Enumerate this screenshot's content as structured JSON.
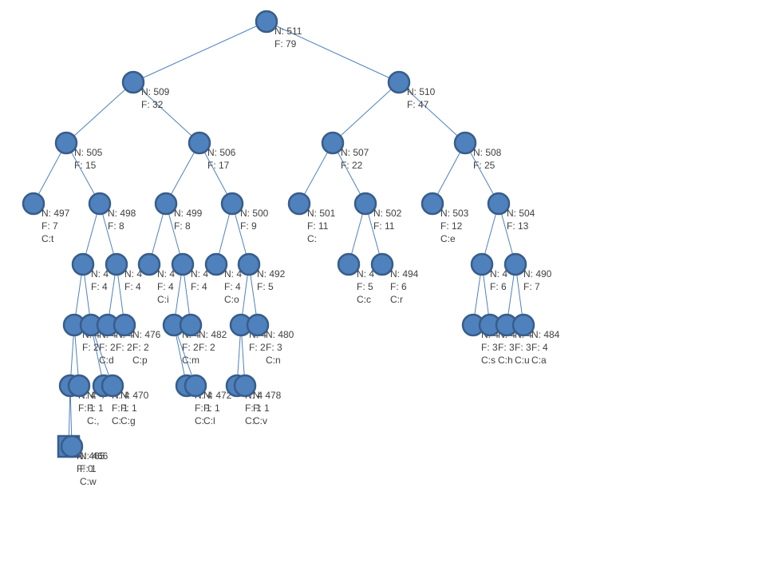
{
  "tree": {
    "nodes": [
      {
        "id": "511",
        "shape": "circle",
        "lines": [
          "N: 511",
          "F: 79"
        ]
      },
      {
        "id": "509",
        "shape": "circle",
        "lines": [
          "N: 509",
          "F: 32"
        ]
      },
      {
        "id": "510",
        "shape": "circle",
        "lines": [
          "N: 510",
          "F: 47"
        ]
      },
      {
        "id": "505",
        "shape": "circle",
        "lines": [
          "N: 505",
          "F: 15"
        ]
      },
      {
        "id": "506",
        "shape": "circle",
        "lines": [
          "N: 506",
          "F: 17"
        ]
      },
      {
        "id": "507",
        "shape": "circle",
        "lines": [
          "N: 507",
          "F: 22"
        ]
      },
      {
        "id": "508",
        "shape": "circle",
        "lines": [
          "N: 508",
          "F: 25"
        ]
      },
      {
        "id": "497",
        "shape": "circle",
        "lines": [
          "N: 497",
          "F: 7",
          "C:t"
        ]
      },
      {
        "id": "498",
        "shape": "circle",
        "lines": [
          "N: 498",
          "F: 8"
        ]
      },
      {
        "id": "499",
        "shape": "circle",
        "lines": [
          "N: 499",
          "F: 8"
        ]
      },
      {
        "id": "500",
        "shape": "circle",
        "lines": [
          "N: 500",
          "F: 9"
        ]
      },
      {
        "id": "501",
        "shape": "circle",
        "lines": [
          "N: 501",
          "F: 11",
          "C:"
        ]
      },
      {
        "id": "502",
        "shape": "circle",
        "lines": [
          "N: 502",
          "F: 11"
        ]
      },
      {
        "id": "503",
        "shape": "circle",
        "lines": [
          "N: 503",
          "F: 12",
          "C:e"
        ]
      },
      {
        "id": "504",
        "shape": "circle",
        "lines": [
          "N: 504",
          "F: 13"
        ]
      },
      {
        "id": "l4a",
        "shape": "circle",
        "lines": [
          "N: 4",
          "F: 4"
        ]
      },
      {
        "id": "l4b",
        "shape": "circle",
        "lines": [
          "N: 4",
          "F: 4"
        ]
      },
      {
        "id": "l4c",
        "shape": "circle",
        "lines": [
          "N: 4",
          "F: 4",
          "C:i"
        ]
      },
      {
        "id": "l4d",
        "shape": "circle",
        "lines": [
          "N: 4",
          "F: 4"
        ]
      },
      {
        "id": "l4e",
        "shape": "circle",
        "lines": [
          "N: 4",
          "F: 4",
          "C:o"
        ]
      },
      {
        "id": "492",
        "shape": "circle",
        "lines": [
          "N: 492",
          "F: 5"
        ]
      },
      {
        "id": "493",
        "shape": "circle",
        "lines": [
          "N: 4",
          "F: 5",
          "C:c"
        ]
      },
      {
        "id": "494",
        "shape": "circle",
        "lines": [
          "N: 494",
          "F: 6",
          "C:r"
        ]
      },
      {
        "id": "l4h",
        "shape": "circle",
        "lines": [
          "N: 4",
          "F: 6"
        ]
      },
      {
        "id": "490",
        "shape": "circle",
        "lines": [
          "N: 490",
          "F: 7"
        ]
      },
      {
        "id": "l5a",
        "shape": "circle",
        "lines": [
          "N: 4",
          "F: 2"
        ]
      },
      {
        "id": "l5b",
        "shape": "circle",
        "lines": [
          "N: 4",
          "F: 2",
          "C:d"
        ]
      },
      {
        "id": "l5c",
        "shape": "circle",
        "lines": [
          "N: 4",
          "F: 2"
        ]
      },
      {
        "id": "476",
        "shape": "circle",
        "lines": [
          "N: 476",
          "F: 2",
          "C:p"
        ]
      },
      {
        "id": "l5e",
        "shape": "circle",
        "lines": [
          "N: 4",
          "F: 2",
          "C:m"
        ]
      },
      {
        "id": "482",
        "shape": "circle",
        "lines": [
          "N: 482",
          "F: 2"
        ]
      },
      {
        "id": "l5g",
        "shape": "circle",
        "lines": [
          "N: 4",
          "F: 2"
        ]
      },
      {
        "id": "480",
        "shape": "circle",
        "lines": [
          "N: 480",
          "F: 3",
          "C:n"
        ]
      },
      {
        "id": "l5i",
        "shape": "circle",
        "lines": [
          "N: 4",
          "F: 3",
          "C:s"
        ]
      },
      {
        "id": "l5j",
        "shape": "circle",
        "lines": [
          "N: 4",
          "F: 3",
          "C:h"
        ]
      },
      {
        "id": "l5k",
        "shape": "circle",
        "lines": [
          "N: 4",
          "F: 3",
          "C:u"
        ]
      },
      {
        "id": "484",
        "shape": "circle",
        "lines": [
          "N: 484",
          "F: 4",
          "C:a"
        ]
      },
      {
        "id": "l6a",
        "shape": "circle",
        "lines": [
          "N: 4",
          "F: 1"
        ]
      },
      {
        "id": "l6b",
        "shape": "circle",
        "lines": [
          "N: 4",
          "F: 1",
          "C:,"
        ]
      },
      {
        "id": "l6c",
        "shape": "circle",
        "lines": [
          "N: 4",
          "F: 1",
          "C:"
        ]
      },
      {
        "id": "470",
        "shape": "circle",
        "lines": [
          "N: 470",
          "F: 1",
          "C:g"
        ]
      },
      {
        "id": "l6e",
        "shape": "circle",
        "lines": [
          "N: 4",
          "F: 1",
          "C:"
        ]
      },
      {
        "id": "472",
        "shape": "circle",
        "lines": [
          "N: 472",
          "F: 1",
          "C:l"
        ]
      },
      {
        "id": "l6g",
        "shape": "circle",
        "lines": [
          "N: 4",
          "F: 1",
          "C:"
        ]
      },
      {
        "id": "478",
        "shape": "circle",
        "lines": [
          "N: 478",
          "F: 1",
          "C:v"
        ]
      },
      {
        "id": "465",
        "shape": "square",
        "lines": [
          "N: 465",
          "F: 0"
        ]
      },
      {
        "id": "466",
        "shape": "circle",
        "lines": [
          "N: 466",
          "F: 1",
          "C:w"
        ]
      }
    ],
    "edges": [
      [
        "511",
        "509"
      ],
      [
        "511",
        "510"
      ],
      [
        "509",
        "505"
      ],
      [
        "509",
        "506"
      ],
      [
        "510",
        "507"
      ],
      [
        "510",
        "508"
      ],
      [
        "505",
        "497"
      ],
      [
        "505",
        "498"
      ],
      [
        "506",
        "499"
      ],
      [
        "506",
        "500"
      ],
      [
        "507",
        "501"
      ],
      [
        "507",
        "502"
      ],
      [
        "508",
        "503"
      ],
      [
        "508",
        "504"
      ],
      [
        "498",
        "l4a"
      ],
      [
        "498",
        "l4b"
      ],
      [
        "499",
        "l4c"
      ],
      [
        "499",
        "l4d"
      ],
      [
        "500",
        "l4e"
      ],
      [
        "500",
        "492"
      ],
      [
        "502",
        "493"
      ],
      [
        "502",
        "494"
      ],
      [
        "504",
        "l4h"
      ],
      [
        "504",
        "490"
      ],
      [
        "l4a",
        "l5a"
      ],
      [
        "l4a",
        "l5b"
      ],
      [
        "l4b",
        "l5c"
      ],
      [
        "l4b",
        "476"
      ],
      [
        "l4d",
        "l5e"
      ],
      [
        "l4d",
        "482"
      ],
      [
        "492",
        "l5g"
      ],
      [
        "492",
        "480"
      ],
      [
        "l4h",
        "l5i"
      ],
      [
        "l4h",
        "l5j"
      ],
      [
        "490",
        "l5k"
      ],
      [
        "490",
        "484"
      ],
      [
        "l5a",
        "l6a"
      ],
      [
        "l5a",
        "l6b"
      ],
      [
        "l5b",
        "l6c"
      ],
      [
        "l5b",
        "470"
      ],
      [
        "l5e",
        "l6e"
      ],
      [
        "l5e",
        "472"
      ],
      [
        "l5g",
        "l6g"
      ],
      [
        "l5g",
        "478"
      ],
      [
        "l6a",
        "465"
      ],
      [
        "l6a",
        "466"
      ]
    ]
  }
}
